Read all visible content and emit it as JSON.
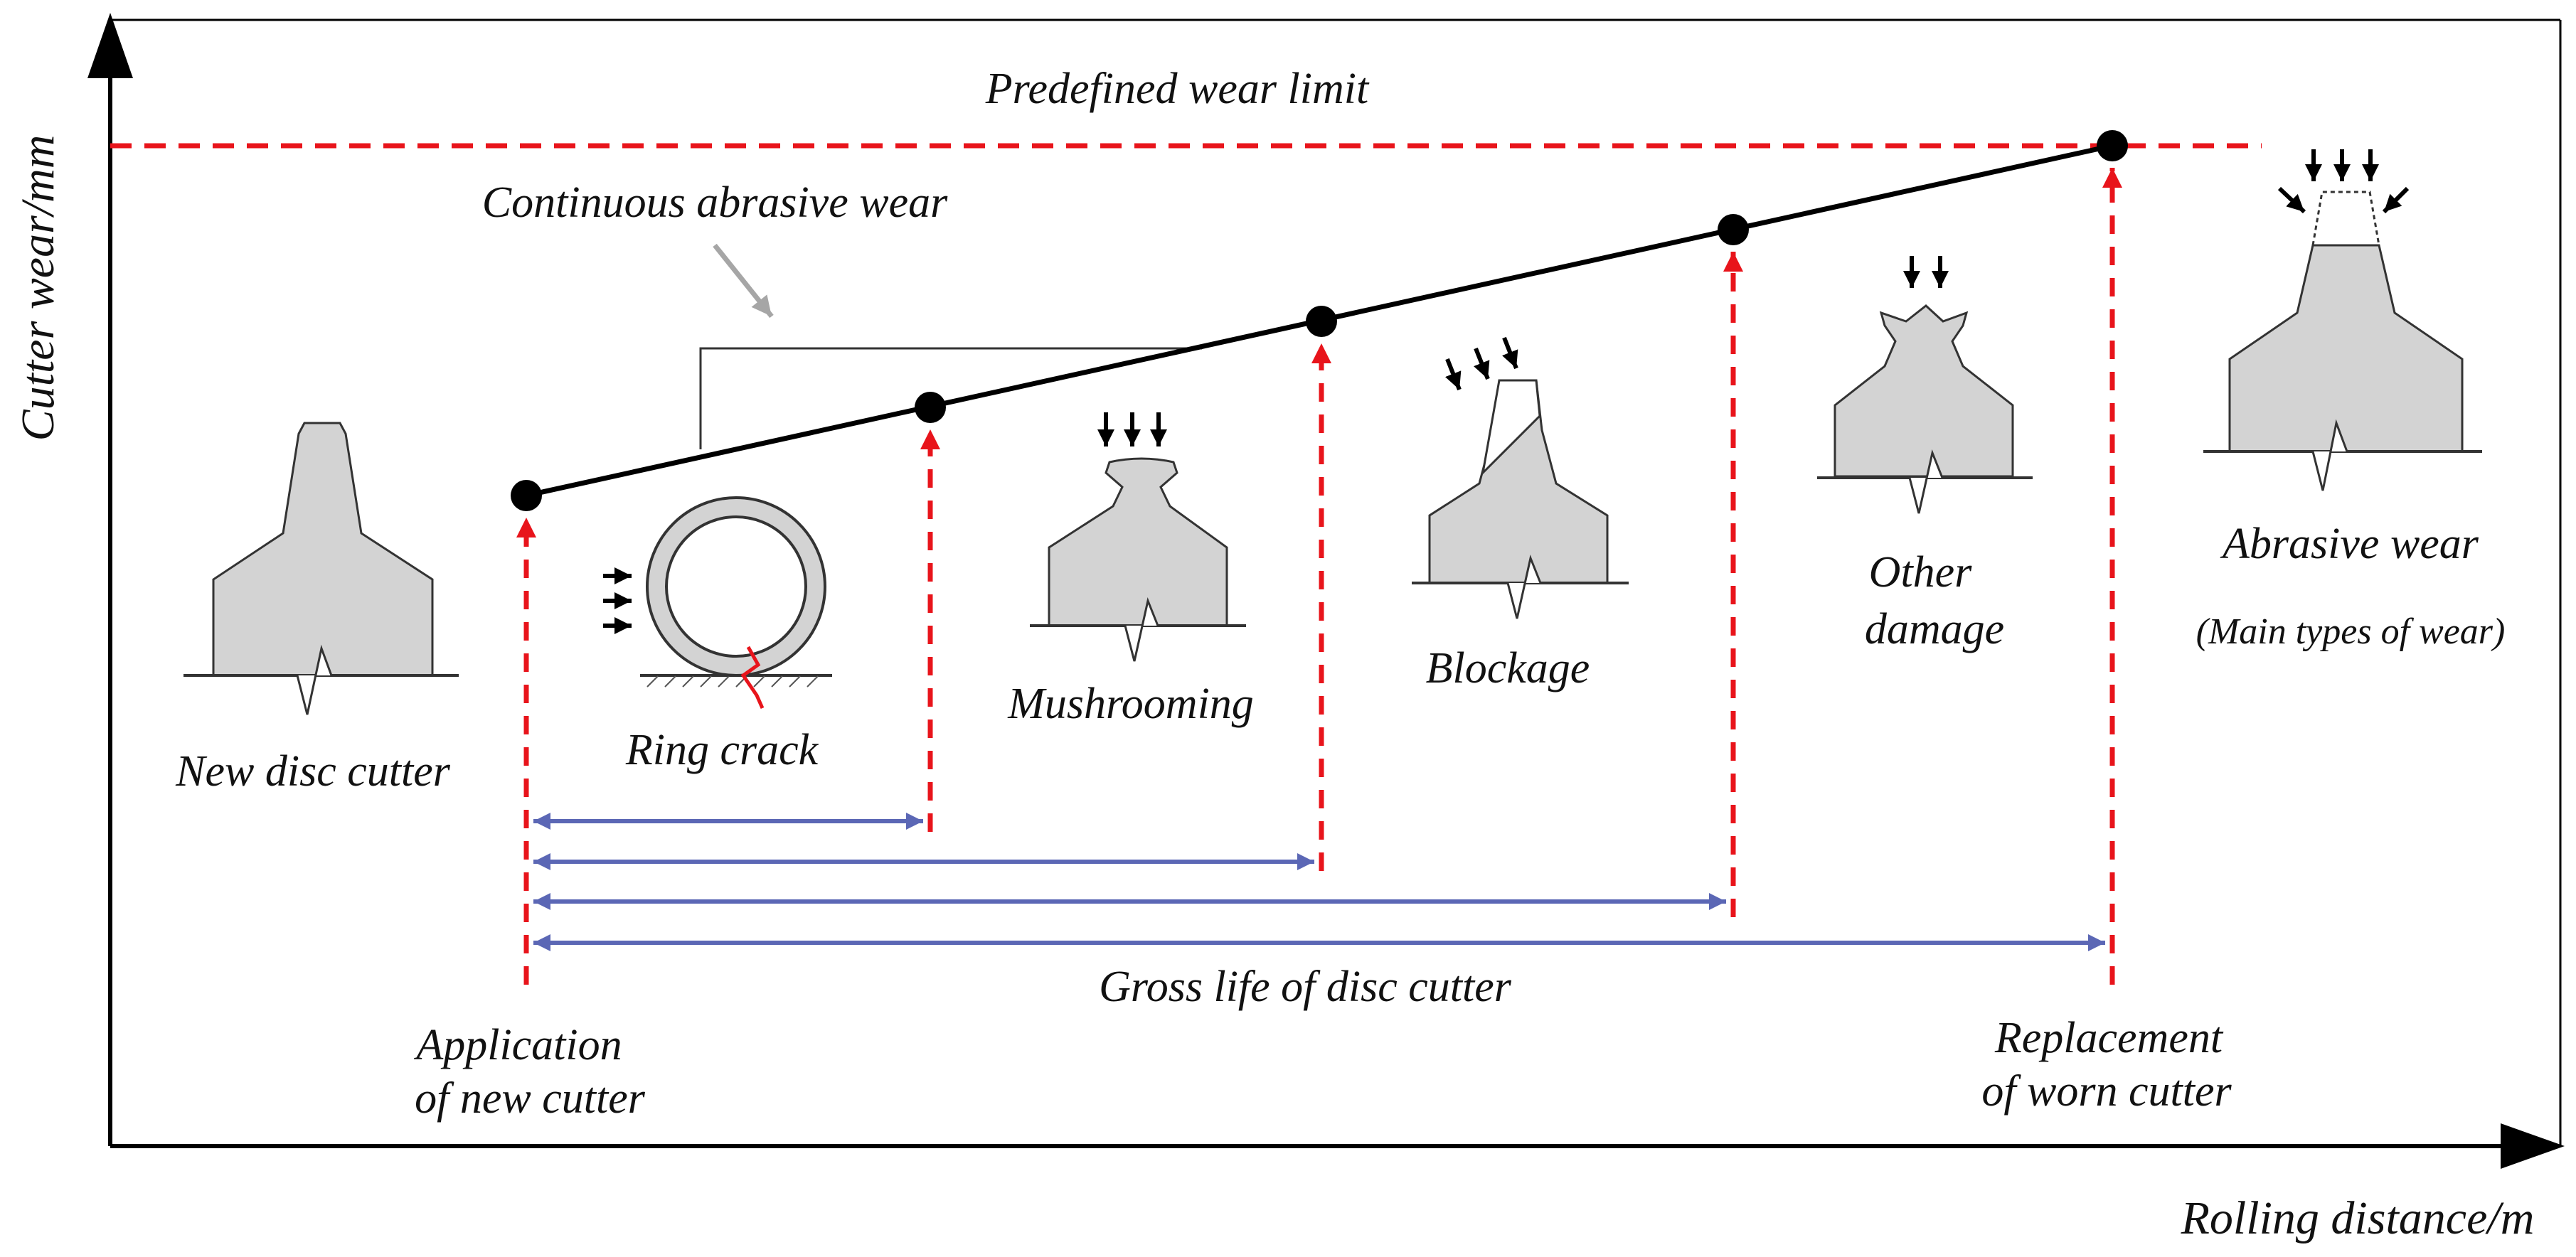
{
  "axes": {
    "y_label": "Cutter wear/mm",
    "x_label": "Rolling distance/m"
  },
  "labels": {
    "wear_limit": "Predefined wear limit",
    "continuous_wear": "Continuous abrasive wear",
    "new_cutter": "New disc cutter",
    "ring_crack": "Ring crack",
    "mushrooming": "Mushrooming",
    "blockage": "Blockage",
    "other_damage_1": "Other",
    "other_damage_2": "damage",
    "abrasive_wear": "Abrasive wear",
    "main_types": "(Main types of wear)",
    "gross_life": "Gross life of disc cutter",
    "application_1": "Application",
    "application_2": "of new cutter",
    "replacement_1": "Replacement",
    "replacement_2": "of worn cutter"
  },
  "colors": {
    "limit_line": "#e8141b",
    "life_arrow": "#5b67b5",
    "cutter_fill": "#d3d3d3",
    "annotation_arrow": "#a6a6a6",
    "axis": "#000000"
  }
}
